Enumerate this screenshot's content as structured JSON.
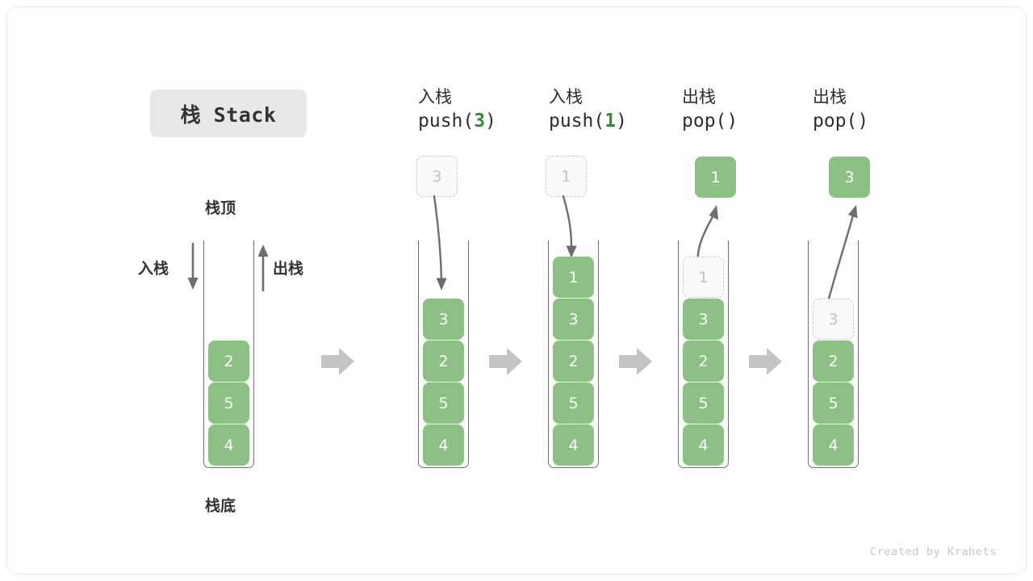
{
  "title": {
    "chip_label": "栈 Stack"
  },
  "labels": {
    "top": "栈顶",
    "bottom": "栈底",
    "push": "入栈",
    "pop": "出栈"
  },
  "colors": {
    "element_fill": "#8cc084",
    "element_text": "#ffffff",
    "ghost_fill": "#fafafa",
    "ghost_border": "#c9c9c9",
    "ghost_text": "#c2c2c2",
    "container_stroke": "#707070",
    "arrow_gray": "#6e6e6e",
    "separator_arrow": "#c4c4c4",
    "chip_bg": "#e8e8e8",
    "accent_green_text": "#3a883a",
    "frame_border": "#ebebeb",
    "watermark": "#c6c6c6"
  },
  "columns": [
    {
      "id": "initial",
      "header_line1": "",
      "header_line2": "",
      "header_arg": "",
      "stack": [
        "2",
        "5",
        "4"
      ],
      "floating": null,
      "ghost_index": null
    },
    {
      "id": "push-3",
      "header_line1": "入栈",
      "header_prefix": "push(",
      "header_arg": "3",
      "header_suffix": ")",
      "stack": [
        "3",
        "2",
        "5",
        "4"
      ],
      "floating": {
        "value": "3",
        "style": "ghost",
        "direction": "down"
      }
    },
    {
      "id": "push-1",
      "header_line1": "入栈",
      "header_prefix": "push(",
      "header_arg": "1",
      "header_suffix": ")",
      "stack": [
        "1",
        "3",
        "2",
        "5",
        "4"
      ],
      "floating": {
        "value": "1",
        "style": "ghost",
        "direction": "down"
      }
    },
    {
      "id": "pop-1",
      "header_line1": "出栈",
      "header_prefix": "pop(",
      "header_arg": "",
      "header_suffix": ")",
      "stack": [
        "1",
        "3",
        "2",
        "5",
        "4"
      ],
      "ghost_index": 0,
      "floating": {
        "value": "1",
        "style": "solid",
        "direction": "up"
      }
    },
    {
      "id": "pop-2",
      "header_line1": "出栈",
      "header_prefix": "pop(",
      "header_arg": "",
      "header_suffix": ")",
      "stack": [
        "3",
        "2",
        "5",
        "4"
      ],
      "ghost_index": 0,
      "floating": {
        "value": "3",
        "style": "solid",
        "direction": "up"
      }
    }
  ],
  "watermark": "Created by Krahets"
}
